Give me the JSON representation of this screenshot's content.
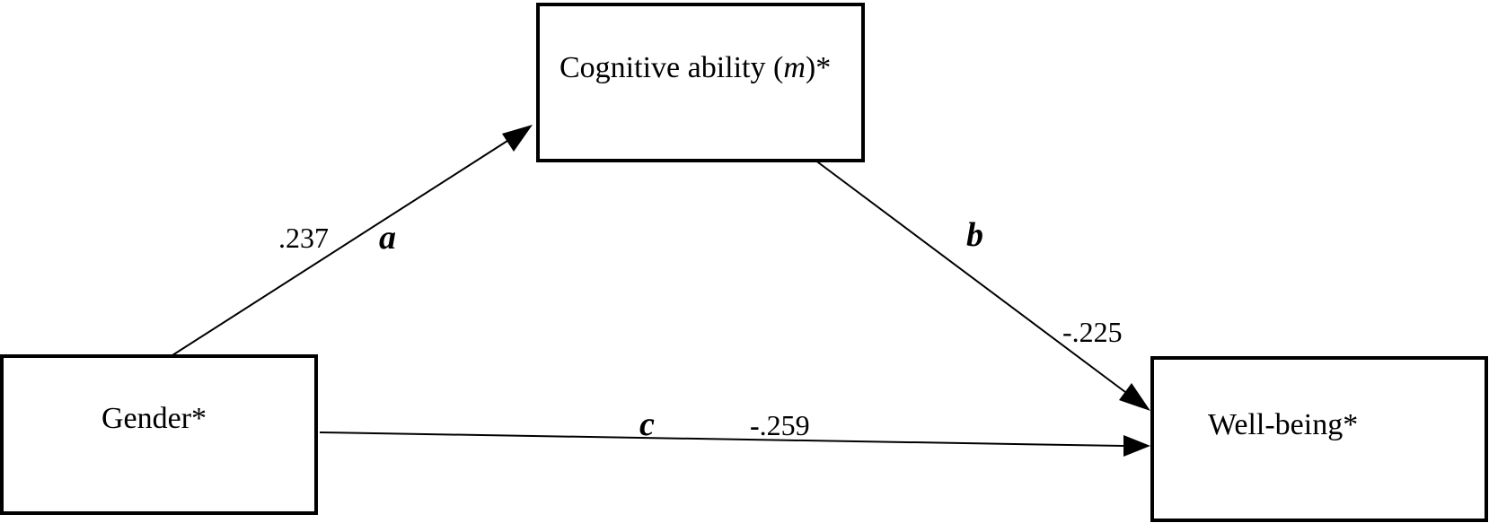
{
  "nodes": {
    "mediator": {
      "text": "Cognitive ability (",
      "italic": "m",
      "suffix": ")*"
    },
    "predictor": {
      "text": "Gender*"
    },
    "outcome": {
      "text": "Well-being*"
    }
  },
  "paths": {
    "a": {
      "letter": "a",
      "coefficient": ".237"
    },
    "b": {
      "letter": "b",
      "coefficient": "-.225"
    },
    "c": {
      "letter": "c",
      "minus": "-",
      "coefficient": ".259"
    }
  }
}
